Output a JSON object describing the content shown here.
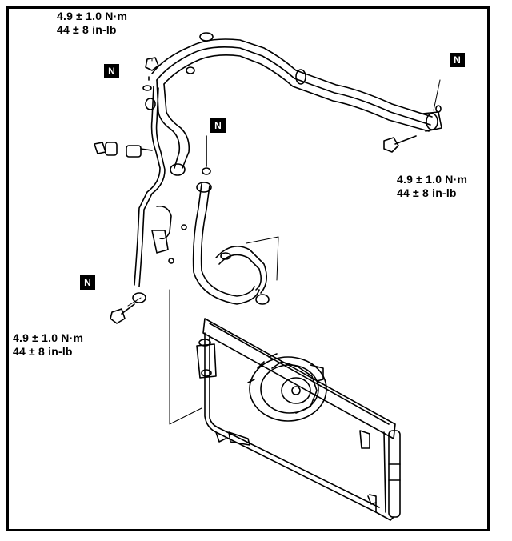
{
  "torque_specs": [
    {
      "nm": "4.9 ± 1.0 N·m",
      "inlb": "44 ± 8 in-lb"
    },
    {
      "nm": "4.9 ± 1.0 N·m",
      "inlb": "44 ± 8 in-lb"
    },
    {
      "nm": "4.9 ± 1.0 N·m",
      "inlb": "44 ± 8 in-lb"
    }
  ],
  "markers": [
    "N",
    "N",
    "N",
    "N"
  ]
}
